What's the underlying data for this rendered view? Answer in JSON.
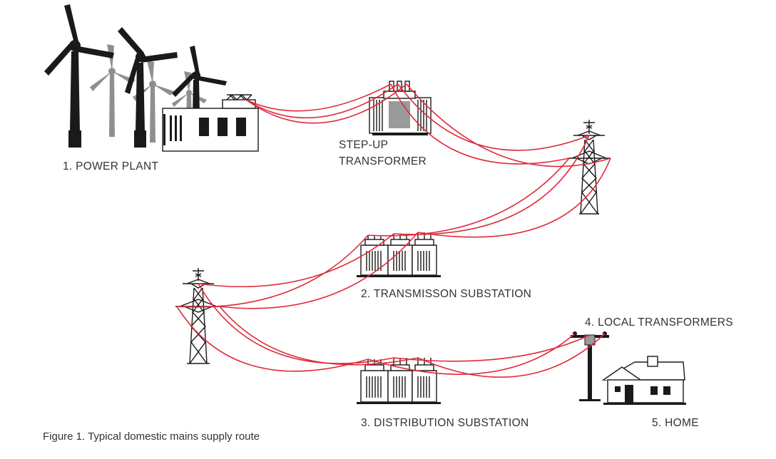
{
  "labels": {
    "power_plant": "1. POWER PLANT",
    "step_up_line1": "STEP-UP",
    "step_up_line2": "TRANSFORMER",
    "transmission_substation": "2. TRANSMISSON SUBSTATION",
    "distribution_substation": "3. DISTRIBUTION SUBSTATION",
    "local_transformers": "4. LOCAL TRANSFORMERS",
    "home": "5. HOME"
  },
  "caption": "Figure 1. Typical domestic mains supply route",
  "colors": {
    "wire": "#e02a3a",
    "ink": "#1a1a1a",
    "grey": "#8f8f8f",
    "text": "#333333"
  }
}
